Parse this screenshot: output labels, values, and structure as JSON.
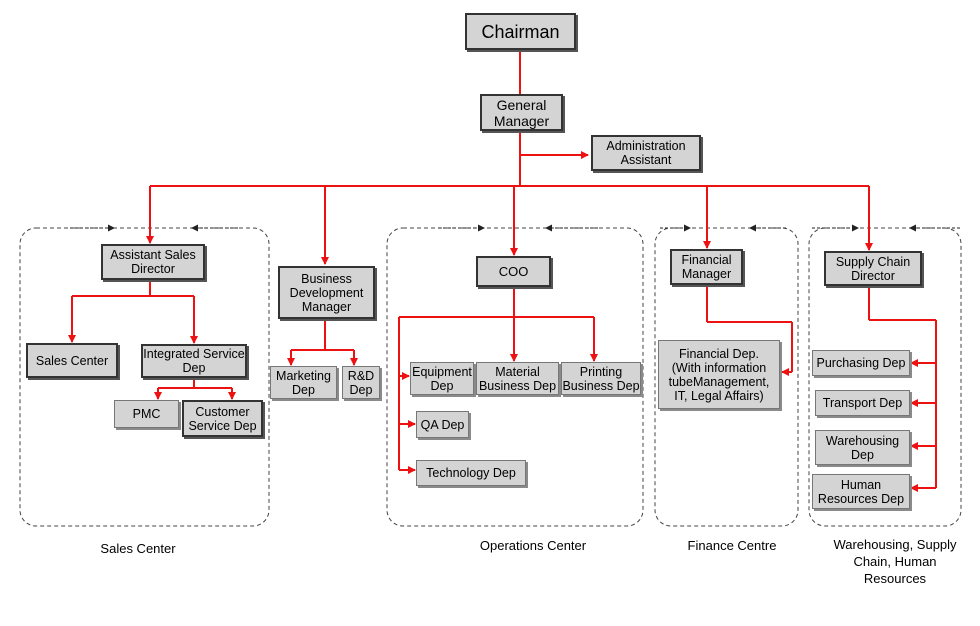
{
  "colors": {
    "connector": "#ee1111",
    "node_fill": "#d4d4d4",
    "dash": "#444444"
  },
  "nodes": {
    "chairman": "Chairman",
    "general_manager": "General Manager",
    "admin_assistant": "Administration Assistant",
    "asst_sales_director": "Assistant Sales Director",
    "sales_center": "Sales Center",
    "integrated_service": "Integrated Service Dep",
    "pmc": "PMC",
    "customer_service": "Customer Service Dep",
    "bd_manager": "Business Development Manager",
    "marketing": "Marketing Dep",
    "rnd": "R&D Dep",
    "coo": "COO",
    "equipment": "Equipment Dep",
    "material": "Material Business Dep",
    "printing": "Printing Business Dep",
    "qa": "QA Dep",
    "technology": "Technology Dep",
    "financial_manager": "Financial Manager",
    "financial_dep": "Financial Dep. (With information tubeManagement, IT, Legal Affairs)",
    "supply_chain_director": "Supply Chain Director",
    "purchasing": "Purchasing Dep",
    "transport": "Transport Dep",
    "warehousing": "Warehousing Dep",
    "human_resources": "Human Resources Dep"
  },
  "groups": {
    "sales": "Sales Center",
    "operations": "Operations Center",
    "finance": "Finance Centre",
    "warehousing": "Warehousing, Supply Chain, Human Resources"
  }
}
